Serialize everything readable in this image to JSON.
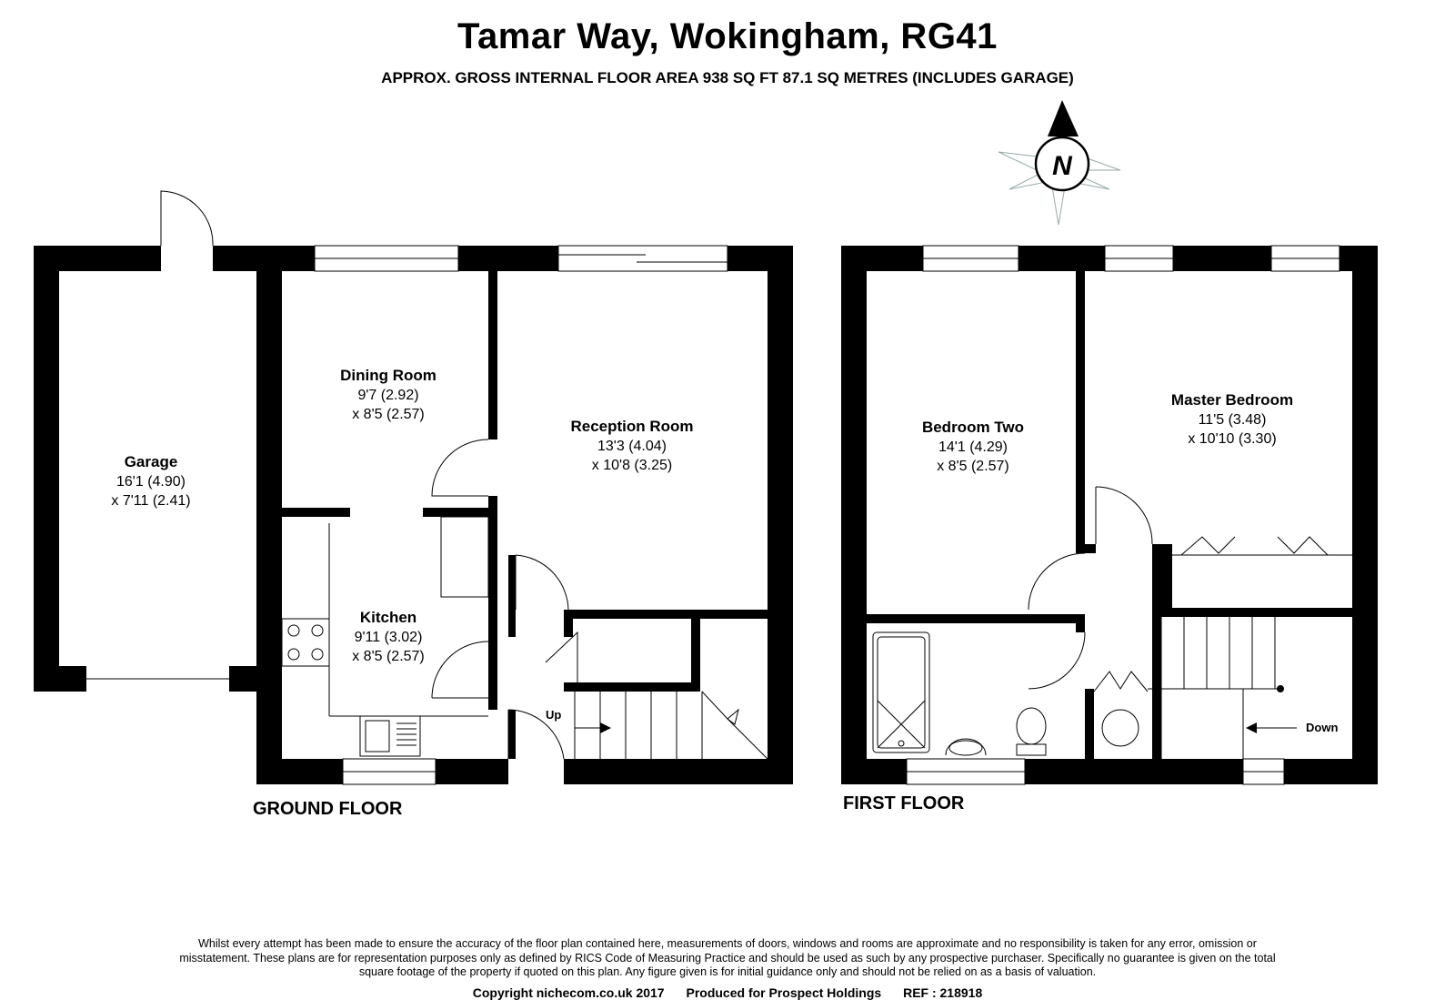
{
  "header": {
    "title": "Tamar Way, Wokingham, RG41",
    "subtitle": "APPROX. GROSS INTERNAL FLOOR AREA 938 SQ FT 87.1 SQ METRES (INCLUDES GARAGE)"
  },
  "compass": {
    "label": "N"
  },
  "ground_floor": {
    "label": "GROUND FLOOR",
    "rooms": {
      "garage": {
        "name": "Garage",
        "dim1": "16'1 (4.90)",
        "dim2": "x 7'11 (2.41)"
      },
      "dining": {
        "name": "Dining Room",
        "dim1": "9'7 (2.92)",
        "dim2": "x 8'5 (2.57)"
      },
      "reception": {
        "name": "Reception Room",
        "dim1": "13'3 (4.04)",
        "dim2": "x 10'8 (3.25)"
      },
      "kitchen": {
        "name": "Kitchen",
        "dim1": "9'11 (3.02)",
        "dim2": "x 8'5 (2.57)"
      }
    },
    "stairs_label": "Up"
  },
  "first_floor": {
    "label": "FIRST FLOOR",
    "rooms": {
      "bedroom_two": {
        "name": "Bedroom Two",
        "dim1": "14'1 (4.29)",
        "dim2": "x 8'5 (2.57)"
      },
      "master": {
        "name": "Master Bedroom",
        "dim1": "11'5 (3.48)",
        "dim2": "x 10'10 (3.30)"
      }
    },
    "stairs_label": "Down"
  },
  "footer": {
    "disclaimer": "Whilst every attempt has been made to ensure the accuracy of the floor plan contained here, measurements of doors, windows and rooms are approximate and no responsibility is taken for any error, omission or misstatement. These plans are for representation purposes only as defined by RICS Code of Measuring Practice and should be used as such by any prospective purchaser. Specifically no guarantee is given on the total square footage of the property if quoted on this plan. Any figure given is for initial guidance only and should not be relied on as a basis of valuation.",
    "copyright": "Copyright nichecom.co.uk 2017",
    "produced_for": "Produced for Prospect Holdings",
    "ref": "REF : 218918"
  }
}
